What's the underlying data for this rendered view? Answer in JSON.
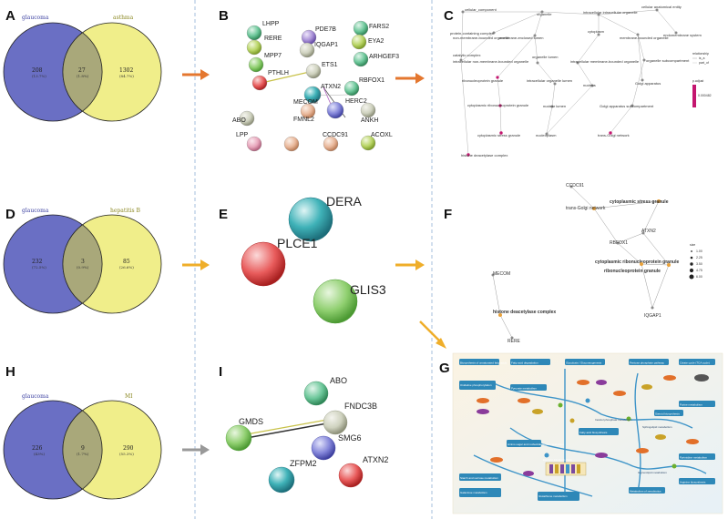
{
  "panels": {
    "A": "A",
    "B": "B",
    "C": "C",
    "D": "D",
    "E": "E",
    "F": "F",
    "G": "G",
    "H": "H",
    "I": "I"
  },
  "colors": {
    "venn_left": "#6a6fc4",
    "venn_right": "#f0ee8a",
    "venn_overlap": "#a9a87a",
    "arrow_orange": "#e4772f",
    "arrow_yellow": "#efae2a",
    "arrow_gray": "#999999",
    "divider": "#8fb0d6",
    "go_term": "#c4166f",
    "go_node": "#8a8a8a"
  },
  "venn": [
    {
      "id": "A",
      "left_label": "glaucoma",
      "right_label": "asthma",
      "left_count": "208",
      "left_pct": "(13.7%)",
      "overlap_count": "27",
      "overlap_pct": "(1.8%)",
      "right_count": "1302",
      "right_pct": "(84.7%)"
    },
    {
      "id": "D",
      "left_label": "glaucoma",
      "right_label": "hepatitis B",
      "left_count": "232",
      "left_pct": "(72.5%)",
      "overlap_count": "3",
      "overlap_pct": "(0.9%)",
      "right_count": "85",
      "right_pct": "(26.6%)"
    },
    {
      "id": "H",
      "left_label": "glaucoma",
      "right_label": "MI",
      "left_count": "226",
      "left_pct": "(43%)",
      "overlap_count": "9",
      "overlap_pct": "(1.7%)",
      "right_count": "290",
      "right_pct": "(55.3%)"
    }
  ],
  "ppi_B": {
    "genes": [
      "LHPP",
      "RERE",
      "MPP7",
      "PTHLH",
      "PDE7B",
      "IQGAP1",
      "ETS1",
      "FARS2",
      "EYA2",
      "ARHGEF3",
      "ATXN2",
      "RBFOX1",
      "MECOM",
      "HERC2",
      "ABO",
      "FMNL2",
      "ANKH",
      "LPP",
      "CCDC91",
      "ACOXL"
    ]
  },
  "ppi_E": {
    "genes": [
      "DERA",
      "PLCE1",
      "GLIS3"
    ]
  },
  "ppi_I": {
    "genes": [
      "ABO",
      "FNDC3B",
      "GMDS",
      "SMG6",
      "ZFPM2",
      "ATXN2"
    ]
  },
  "go_C": {
    "terms": [
      "cellular_component",
      "organelle",
      "intracellular intracellular organelle",
      "cellular anatomical entity",
      "protein-containing complex",
      "non-membrane-bounded organelle",
      "membrane-enclosed lumen",
      "cytoplasm",
      "membrane-bounded organelle",
      "endomembrane system",
      "catalytic complex",
      "intracellular non-membrane-bounded organelle",
      "organelle lumen",
      "intracellular membrane-bounded organelle",
      "organelle subcompartment",
      "ribonucleoprotein granule",
      "intracellular organelle lumen",
      "Golgi apparatus",
      "cytoplasmic ribonucleoprotein granule",
      "nuclear lumen",
      "nucleus",
      "Golgi apparatus subcompartment",
      "cytoplasmic stress granule",
      "nucleoplasm",
      "trans-Golgi network",
      "histone deacetylase complex"
    ],
    "legend_title": "relationship",
    "legend_items": [
      "is_a",
      "part_of"
    ],
    "padj_title": "p.adjust",
    "padj_value": "0.000482"
  },
  "go_F": {
    "labels": [
      "CCDC91",
      "trans-Golgi network",
      "cytoplasmic stress granule",
      "ATXN2",
      "RBFOX1",
      "cytoplasmic ribonucleoprotein granule",
      "ribonucleoprotein granule",
      "MECOM",
      "IQGAP1",
      "histone deacetylase complex",
      "RERE"
    ],
    "size_title": "size",
    "size_items": [
      "1.00",
      "2.25",
      "3.50",
      "4.75",
      "6.00"
    ]
  },
  "kegg_G": {
    "labels": [
      "Biosynthesis of unsaturated fatty acids",
      "Fatty acid degradation",
      "Glycolysis / Gluconeogenesis",
      "Pentose phosphate pathway",
      "Citrate cycle (TCA cycle)",
      "Oxidative phosphorylation",
      "Pyruvate metabolism",
      "Fatty acid biosynthesis",
      "Amino sugar and nucleotide sugar metabolism",
      "Starch and sucrose metabolism",
      "Galactose metabolism",
      "Glutathione metabolism",
      "Purine metabolism",
      "Pyrimidine metabolism",
      "Arginine biosynthesis",
      "Metabolism of xenobiotics",
      "Steroid biosynthesis",
      "Inositol phosphate metabolism",
      "Sphingolipid metabolism",
      "Glycerolipid metabolism",
      "Electron transport chain"
    ]
  }
}
